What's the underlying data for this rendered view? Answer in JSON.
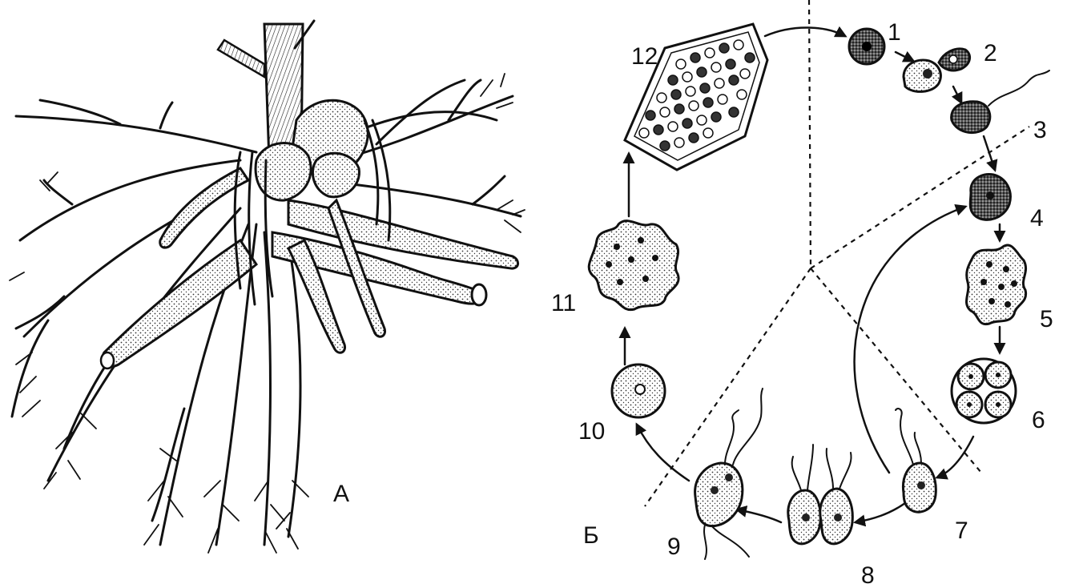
{
  "panels": {
    "a": {
      "label": "А"
    },
    "b": {
      "label": "Б"
    }
  },
  "stages": [
    {
      "label": "1"
    },
    {
      "label": "2"
    },
    {
      "label": "3"
    },
    {
      "label": "4"
    },
    {
      "label": "5"
    },
    {
      "label": "6"
    },
    {
      "label": "7"
    },
    {
      "label": "8"
    },
    {
      "label": "9"
    },
    {
      "label": "10"
    },
    {
      "label": "11"
    },
    {
      "label": "12"
    }
  ]
}
